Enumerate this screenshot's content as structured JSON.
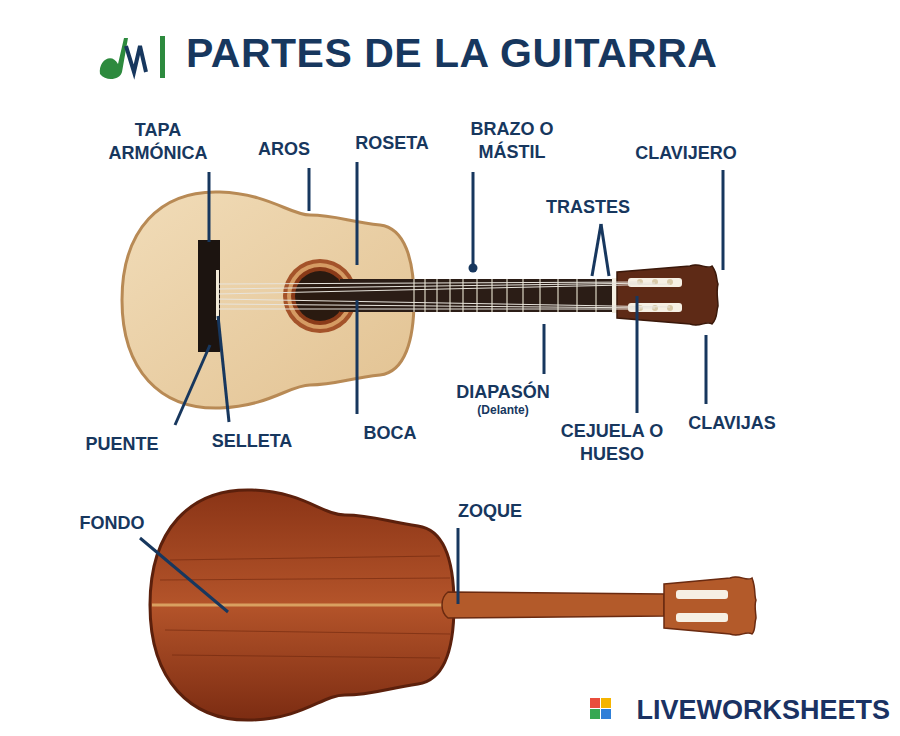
{
  "diagram": {
    "title": "PARTES DE LA GUITARRA",
    "labels": [
      "TAPA ARMÓNICA",
      "AROS",
      "ROSETA",
      "BRAZO O MÁSTIL",
      "CLAVIJERO",
      "TRASTES",
      "PUENTE",
      "SELLETA",
      "BOCA",
      "DIAPASÓN",
      "(Delante)",
      "CEJUELA O HUESO",
      "CLAVIJAS",
      "FONDO",
      "ZOQUE",
      "LIVEWORKSHEETS"
    ]
  }
}
